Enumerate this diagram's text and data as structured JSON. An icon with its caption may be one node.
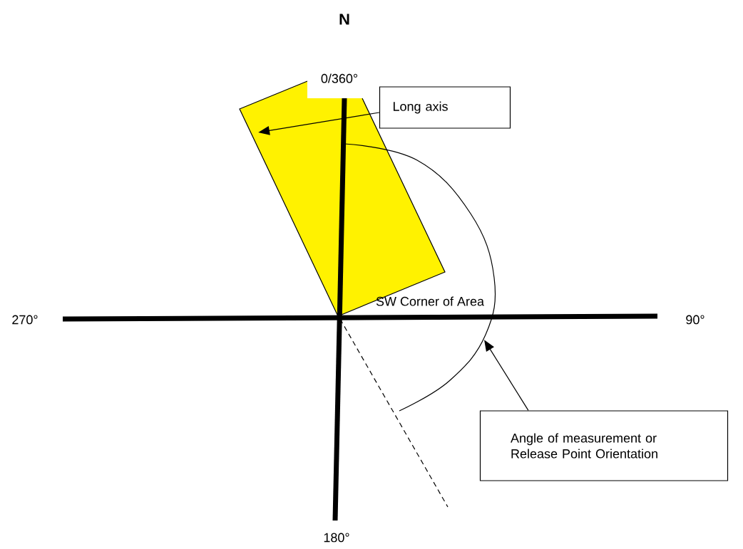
{
  "diagram": {
    "nodes": [
      {
        "text": [
          "Long axis"
        ]
      },
      {
        "text": [],
        "shape": "box"
      },
      {
        "text": [
          "Angle of measurement or Release Point Orientation"
        ]
      },
      {
        "text": [],
        "shape": "arc"
      }
    ],
    "edges": [
      {
        "from": 0,
        "to": 1,
        "arrow": "to"
      },
      {
        "from": 2,
        "to": 3,
        "arrow": "to"
      }
    ],
    "labels": [
      "N",
      "0/360°",
      "270°",
      "90°",
      "SW Corner of Area",
      "180°"
    ]
  }
}
